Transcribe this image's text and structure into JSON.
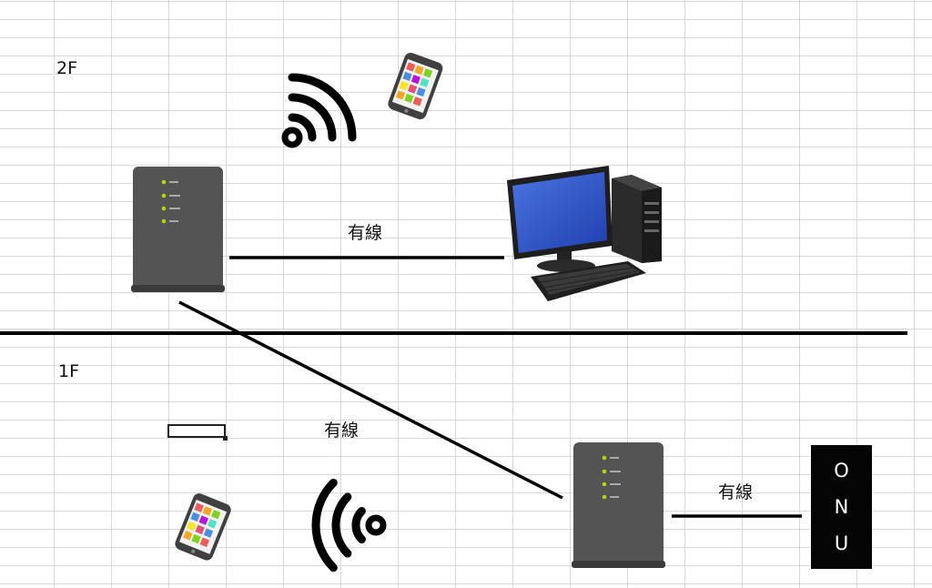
{
  "floors": {
    "upper": "2F",
    "lower": "1F"
  },
  "connections": {
    "wired_upper": "有線",
    "wired_diagonal": "有線",
    "wired_onu": "有線"
  },
  "onu": {
    "letters": [
      "O",
      "N",
      "U"
    ]
  },
  "icons": {
    "router": "router-icon",
    "desktop": "desktop-computer-icon",
    "smartphone": "smartphone-icon",
    "wifi": "wifi-signal-icon"
  },
  "colors": {
    "line": "#000000",
    "router_body": "#555555",
    "led": "#b8d400",
    "screen": "#2f55c9"
  }
}
